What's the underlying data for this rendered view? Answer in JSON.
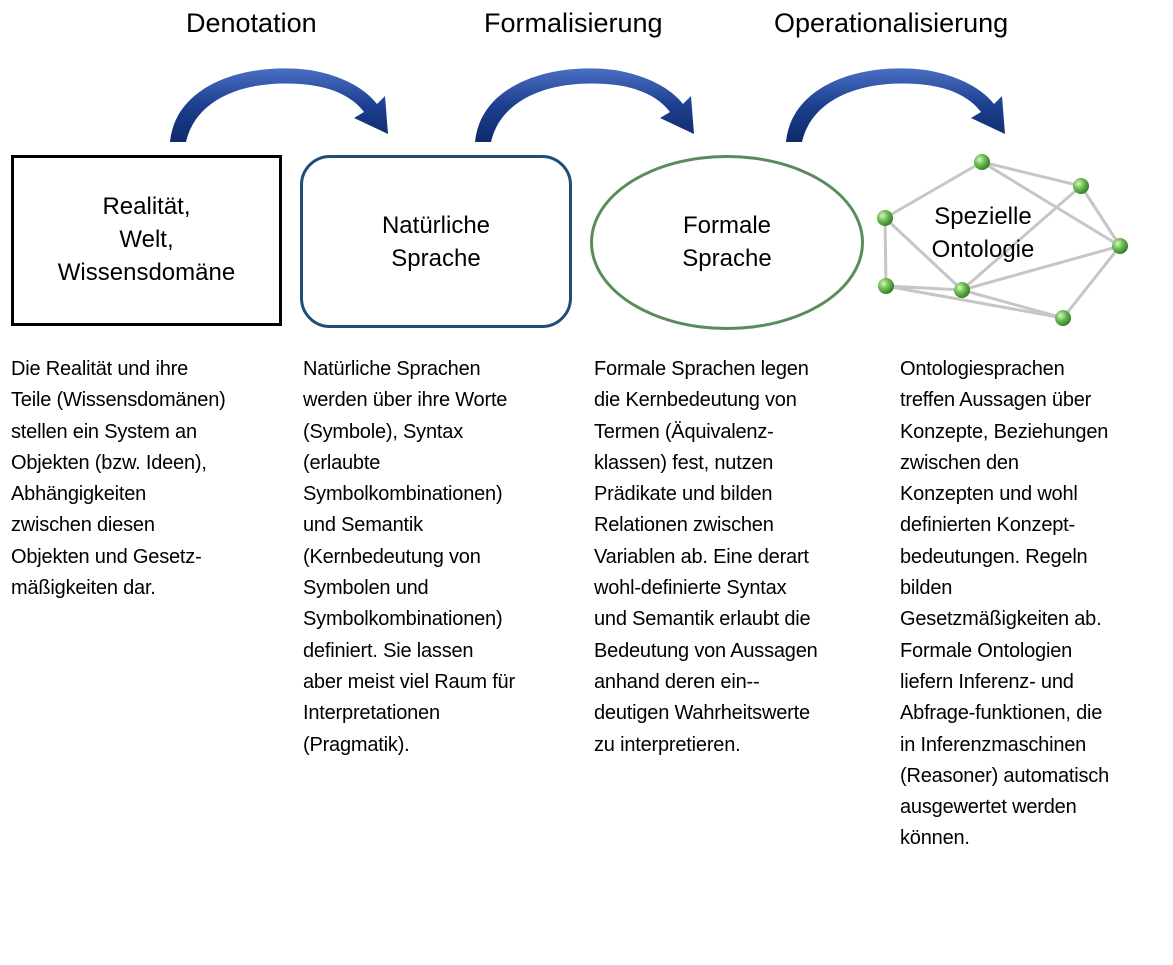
{
  "phases": [
    "Denotation",
    "Formalisierung",
    "Operationalisierung"
  ],
  "boxes": [
    {
      "lines": [
        "Realität,",
        "Welt,",
        "Wissensdomäne"
      ]
    },
    {
      "lines": [
        "Natürliche",
        "Sprache"
      ]
    },
    {
      "lines": [
        "Formale",
        "Sprache"
      ]
    },
    {
      "lines": [
        "Spezielle",
        "Ontologie"
      ]
    }
  ],
  "descriptions": [
    {
      "lines": [
        "Die Realität und ihre",
        "Teile (Wissensdomänen)",
        "stellen ein System an",
        "Objekten (bzw. Ideen),",
        "Abhängigkeiten",
        "zwischen diesen",
        "Objekten und Gesetz-",
        "mäßigkeiten dar."
      ]
    },
    {
      "lines": [
        "Natürliche Sprachen",
        "werden über ihre Worte",
        "(Symbole), Syntax",
        "(erlaubte",
        "Symbolkombinationen)",
        "und Semantik",
        "(Kernbedeutung von",
        "Symbolen und",
        "Symbolkombinationen)",
        "definiert. Sie lassen",
        "aber meist viel Raum für",
        "Interpretationen",
        "(Pragmatik)."
      ]
    },
    {
      "lines": [
        "Formale Sprachen legen",
        "die Kernbedeutung von",
        "Termen (Äquivalenz-",
        "klassen) fest, nutzen",
        "Prädikate und bilden",
        "Relationen zwischen",
        "Variablen ab. Eine derart",
        "wohl-definierte Syntax",
        "und Semantik erlaubt die",
        "Bedeutung von Aussagen",
        "anhand deren ein--",
        "deutigen Wahrheitswerte",
        "zu interpretieren."
      ]
    },
    {
      "lines": [
        "Ontologiesprachen",
        "treffen Aussagen über",
        "Konzepte, Beziehungen",
        "zwischen den",
        "Konzepten und wohl",
        "definierten Konzept-",
        "bedeutungen. Regeln",
        "bilden",
        "Gesetzmäßigkeiten ab.",
        "Formale Ontologien",
        "liefern Inferenz- und",
        "Abfrage-funktionen, die",
        "in Inferenzmaschinen",
        "(Reasoner) automatisch",
        "ausgewertet werden",
        "können."
      ]
    }
  ],
  "colors": {
    "arrow_blue": "#1d3f8f",
    "natural_box_border": "#1f4e79",
    "formal_ellipse_border": "#5b8a5b",
    "node_green": "#5aa24a",
    "edge_gray": "#c8c8c8"
  }
}
